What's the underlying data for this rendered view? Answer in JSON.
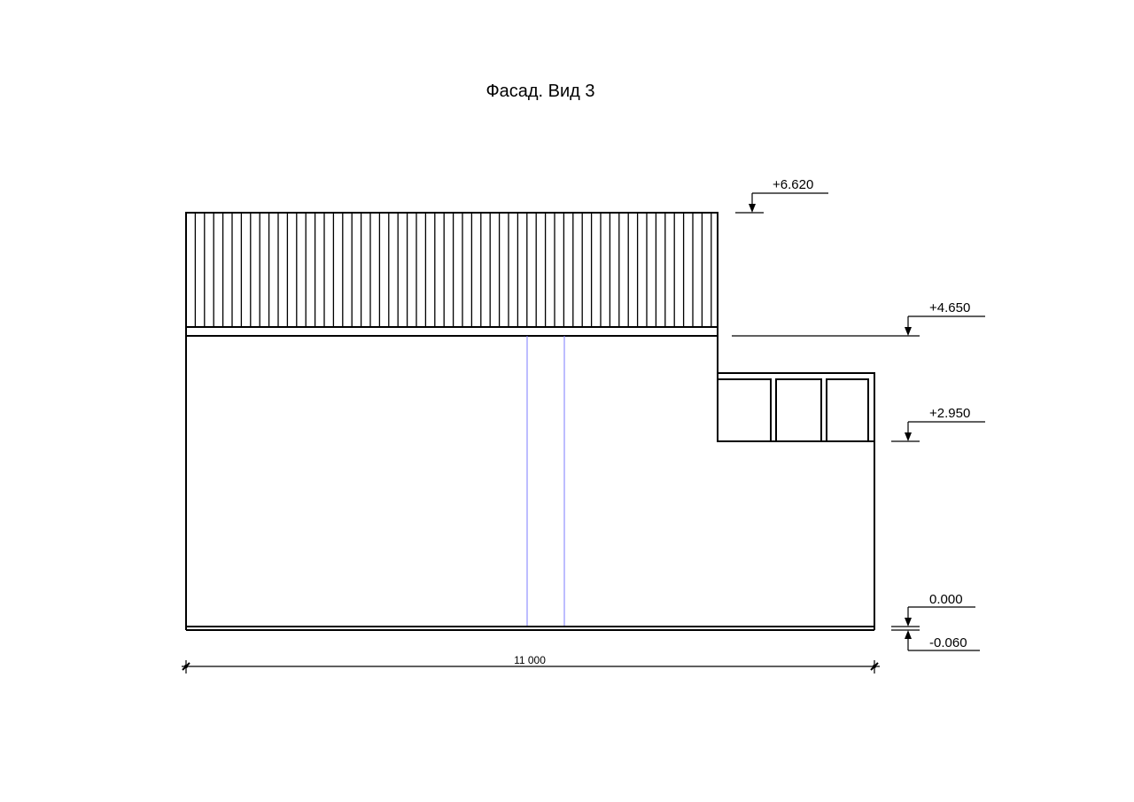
{
  "title": "Фасад. Вид 3",
  "levels": [
    {
      "mark": "+6.620",
      "elevation": 6.62
    },
    {
      "mark": "+4.650",
      "elevation": 4.65
    },
    {
      "mark": "+2.950",
      "elevation": 2.95
    },
    {
      "mark": "0.000",
      "elevation": 0.0
    },
    {
      "mark": "-0.060",
      "elevation": -0.06
    }
  ],
  "dimension": {
    "width_label": "11 000",
    "width_mm": 11000
  },
  "annex": {
    "window_count": 3
  },
  "colors": {
    "line": "#000000",
    "guide": "#7b7bff"
  }
}
